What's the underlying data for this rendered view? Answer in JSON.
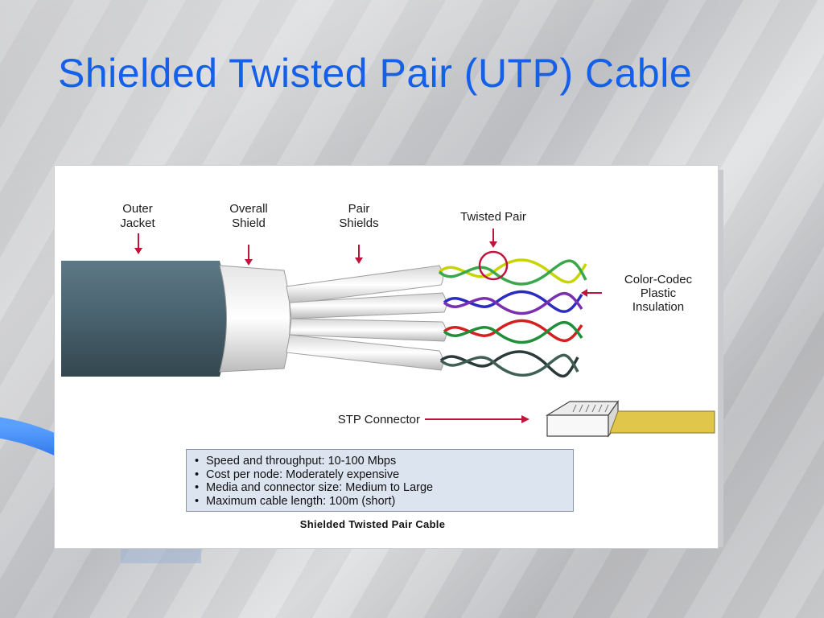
{
  "slide": {
    "title": "Shielded Twisted Pair (UTP) Cable"
  },
  "diagram": {
    "labels": {
      "outer_jacket": [
        "Outer",
        "Jacket"
      ],
      "overall_shield": [
        "Overall",
        "Shield"
      ],
      "pair_shields": [
        "Pair",
        "Shields"
      ],
      "twisted_pair": "Twisted Pair",
      "color_coded": [
        "Color-Codec",
        "Plastic",
        "Insulation"
      ],
      "stp_connector": "STP Connector"
    },
    "specs": [
      "Speed and throughput:  10-100 Mbps",
      "Cost per node: Moderately expensive",
      "Media and connector size:  Medium to Large",
      "Maximum cable length:  100m (short)"
    ],
    "caption": "Shielded Twisted Pair Cable",
    "colors": {
      "title": "#1460e8",
      "jacket": "#4a6470",
      "arrow": "#c0143c",
      "pair1": [
        "#c8d400",
        "#39a84a"
      ],
      "pair2": [
        "#2b2bc0",
        "#7a2fb0"
      ],
      "pair3": [
        "#d42020",
        "#1f8f3a"
      ],
      "pair4": [
        "#2a3a3a",
        "#3f5f55"
      ]
    }
  }
}
